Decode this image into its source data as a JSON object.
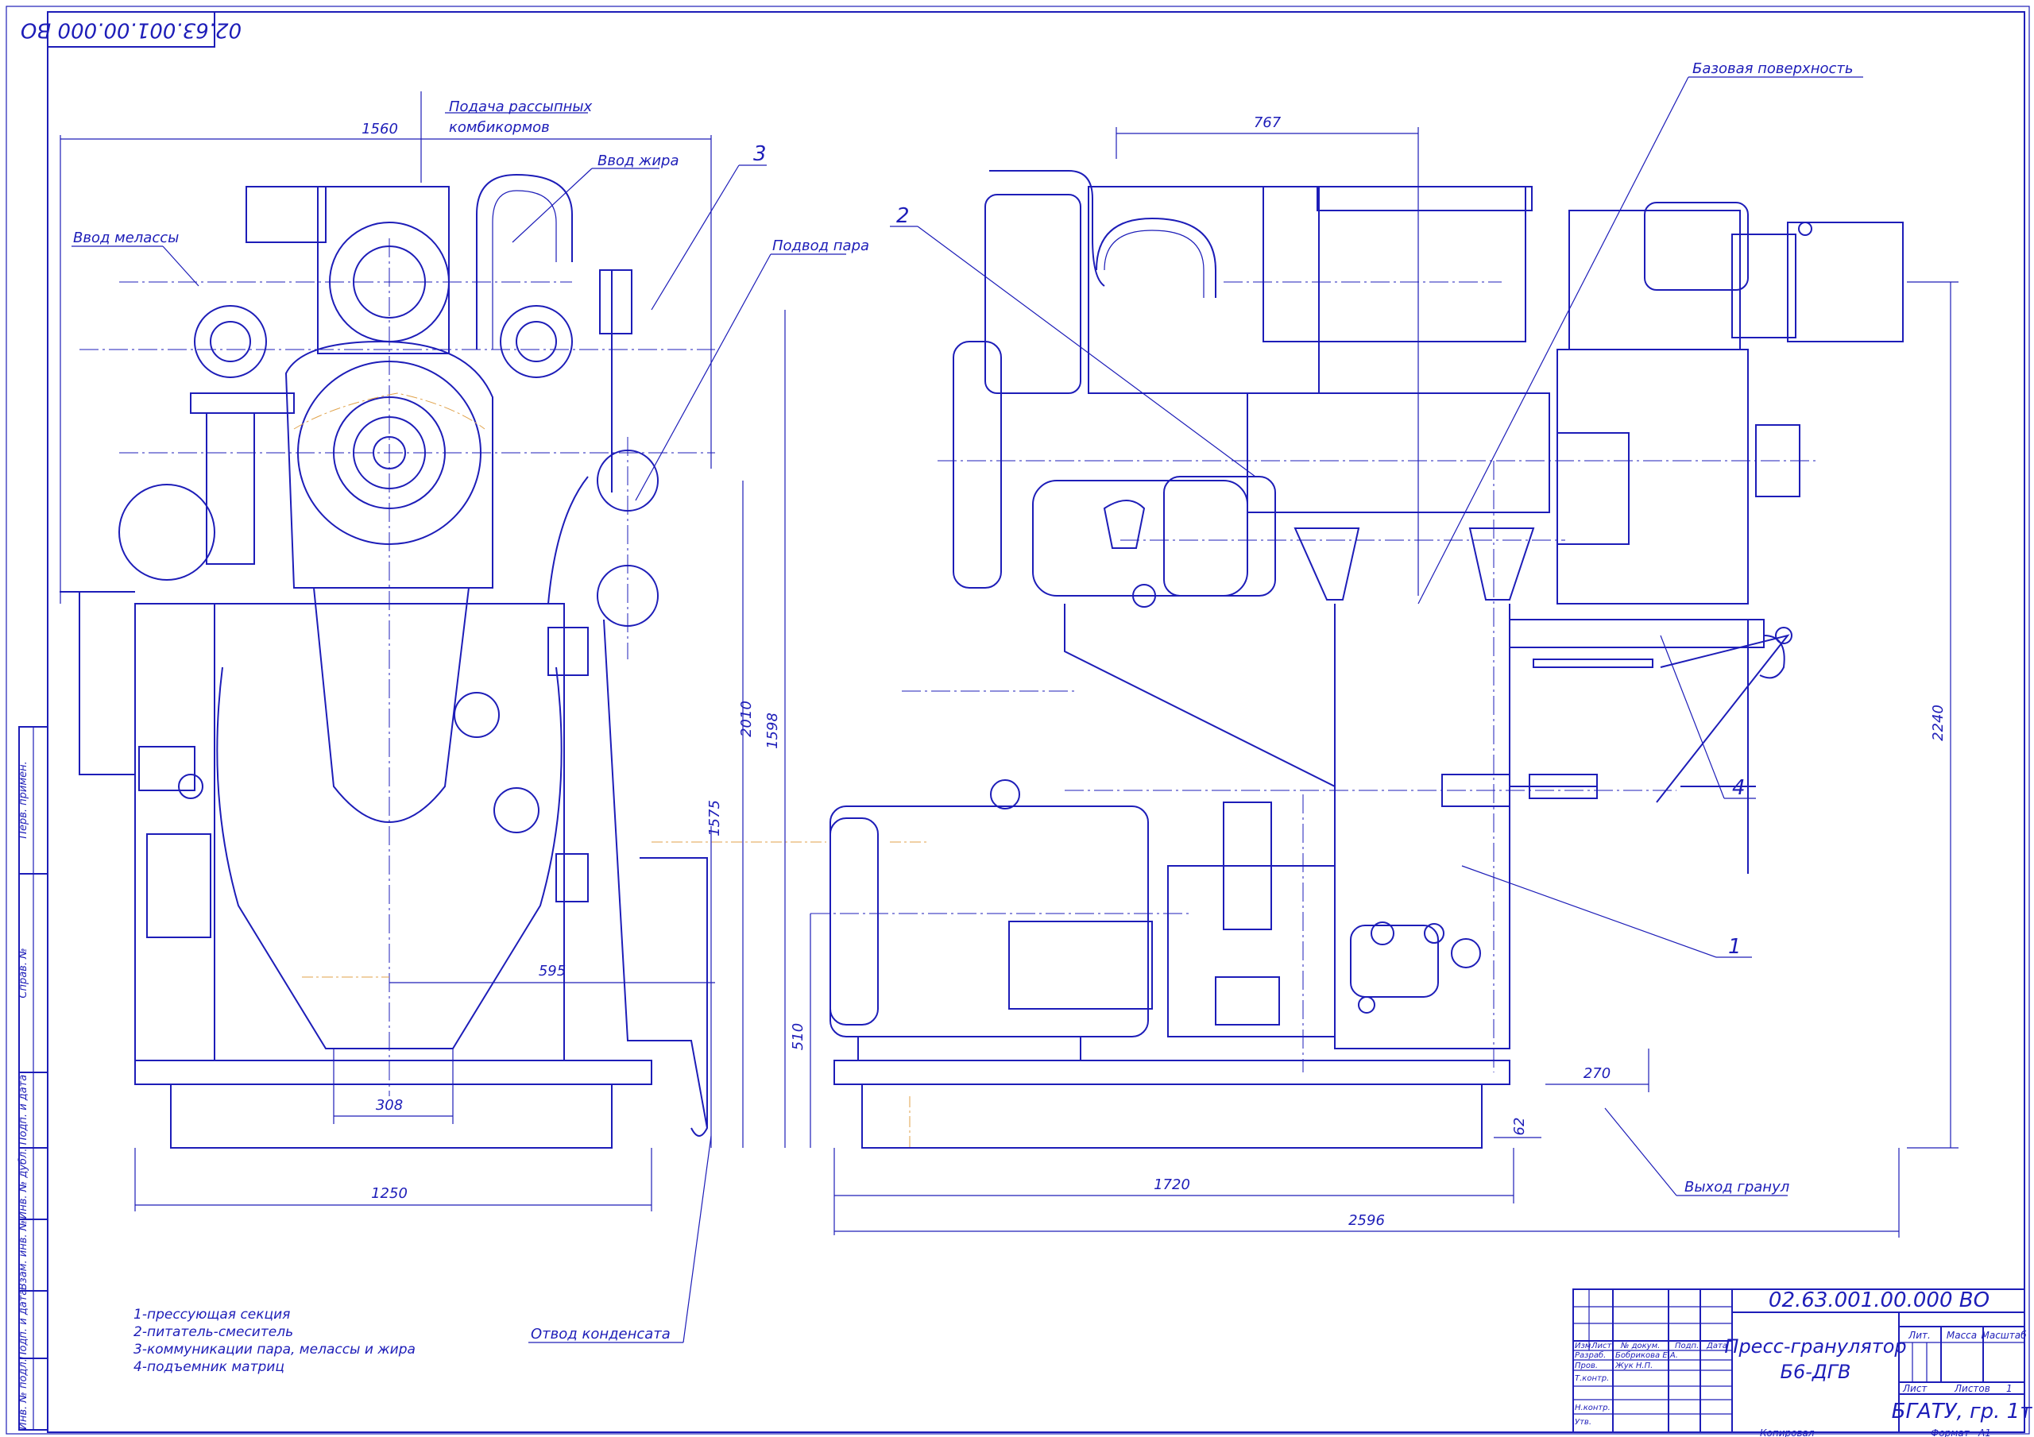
{
  "stamp_top": "02.63.001.00.000 ВО",
  "callouts": {
    "supply_feed_1": "Подача рассыпных",
    "supply_feed_2": "комбикормов",
    "fat_input": "Ввод жира",
    "molasses_input": "Ввод мелассы",
    "steam_supply": "Подвод пара",
    "base_surface": "Базовая поверхность",
    "condensate_drain": "Отвод конденсата",
    "granule_output": "Выход гранул"
  },
  "item_numbers": [
    "1",
    "2",
    "3",
    "4"
  ],
  "dimensions": {
    "d1560": "1560",
    "d767": "767",
    "d2010": "2010",
    "d1598": "1598",
    "d1575": "1575",
    "d595": "595",
    "d308": "308",
    "d1250": "1250",
    "d510": "510",
    "d1720": "1720",
    "d2596": "2596",
    "d270": "270",
    "d62": "62",
    "d2240": "2240"
  },
  "legend": [
    "1-прессующая секция",
    "2-питатель-смеситель",
    "3-коммуникации пара, мелассы и жира",
    "4-подъемник матриц"
  ],
  "title_block": {
    "designation": "02.63.001.00.000 ВО",
    "name_line1": "Пресс-гранулятор",
    "name_line2": "Б6-ДГВ",
    "col_lit": "Лит.",
    "col_mass": "Масса",
    "col_scale": "Масштаб",
    "sheet_label": "Лист",
    "sheets_label": "Листов",
    "sheets_value": "1",
    "organization": "БГАТУ, гр. 1т",
    "hdr_izm": "Изм.",
    "hdr_list": "Лист",
    "hdr_doc": "№ докум.",
    "hdr_sign": "Подп.",
    "hdr_date": "Дата",
    "role_dev": "Разраб.",
    "role_check": "Пров.",
    "role_tcontrol": "Т.контр.",
    "role_ncontrol": "Н.контр.",
    "role_approve": "Утв.",
    "dev_name": "Бобрикова Е.А.",
    "check_name": "Жук Н.П.",
    "copied": "Копировал",
    "format_label": "Формат",
    "format_value": "А1"
  },
  "side_stamp": [
    "Перв. примен.",
    "Справ. №",
    "Подп. и дата",
    "Инв. № дубл.",
    "Взам. инв. №",
    "Подп. и дата",
    "Инв. № подл."
  ]
}
